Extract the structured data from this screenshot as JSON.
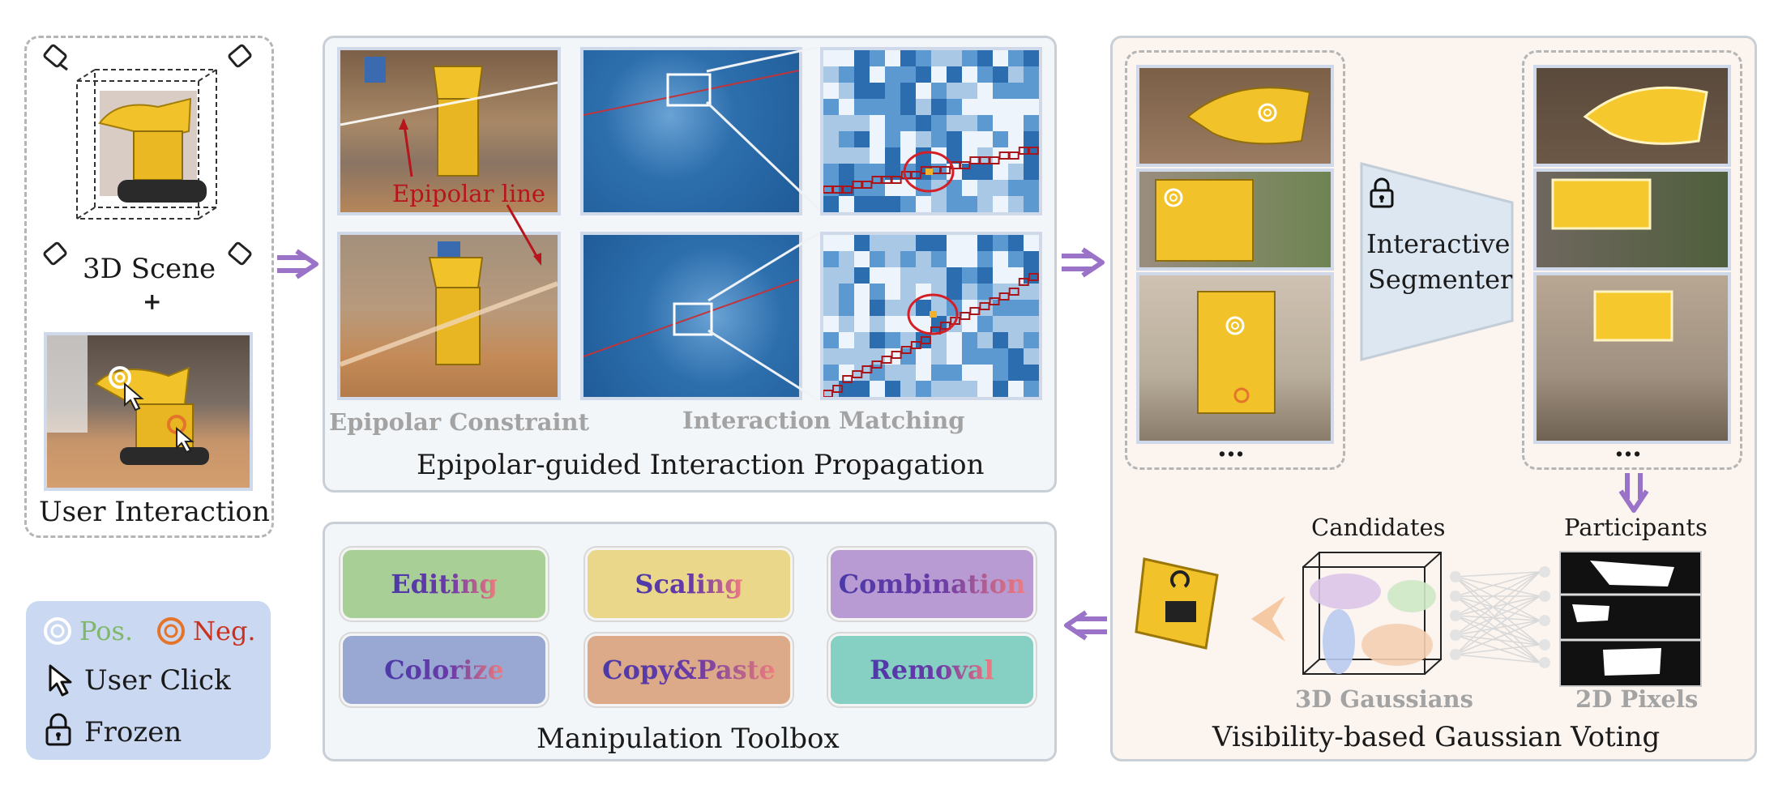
{
  "input": {
    "scene_label": "3D Scene",
    "plus": "+",
    "interaction_label": "User Interaction"
  },
  "legend": {
    "pos": "Pos.",
    "neg": "Neg.",
    "click": "User Click",
    "frozen": "Frozen"
  },
  "propagation": {
    "epipolar_line": "Epipolar line",
    "epipolar_constraint": "Epipolar Constraint",
    "interaction_matching": "Interaction Matching",
    "title": "Epipolar-guided Interaction Propagation"
  },
  "toolbox": {
    "title": "Manipulation Toolbox",
    "tools": [
      "Editing",
      "Scaling",
      "Combination",
      "Colorize",
      "Copy&Paste",
      "Removal"
    ],
    "colors": [
      "#a8cf95",
      "#ead78a",
      "#b89bd3",
      "#98a8d2",
      "#dcaa88",
      "#86cfc3"
    ]
  },
  "voting": {
    "segmenter_line1": "Interactive",
    "segmenter_line2": "Segmenter",
    "ellipsis_left": "…",
    "ellipsis_right": "…",
    "candidates": "Candidates",
    "participants": "Participants",
    "gaussians": "3D Gaussians",
    "pixels": "2D Pixels",
    "title": "Visibility-based Gaussian Voting"
  },
  "colors": {
    "pos": "#8ec07c",
    "neg": "#e3742a",
    "neg_text": "#c8321e",
    "arrow": "#9a72c8",
    "epipolar": "#b8141c"
  }
}
